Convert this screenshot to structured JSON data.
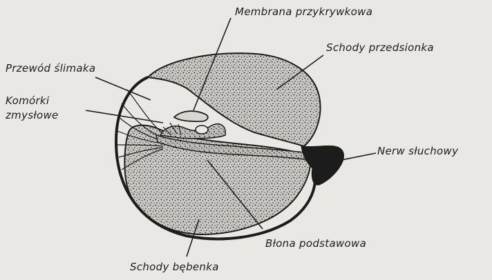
{
  "labels": {
    "membrana": "Membrana przykrywkowa",
    "schody_przedsionka": "Schody przedsionka",
    "przewod": "Przewód ślimaka",
    "komorki_line1": "Komórki",
    "komorki_line2": "zmysłowe",
    "nerw": "Nerw słuchowy",
    "blona": "Błona podstawowa",
    "schody_bebenka": "Schody bębenka"
  },
  "colors": {
    "background": "#e9e8e4",
    "ink": "#1c1c1c",
    "stipple_fill": "#c9c8c3"
  }
}
